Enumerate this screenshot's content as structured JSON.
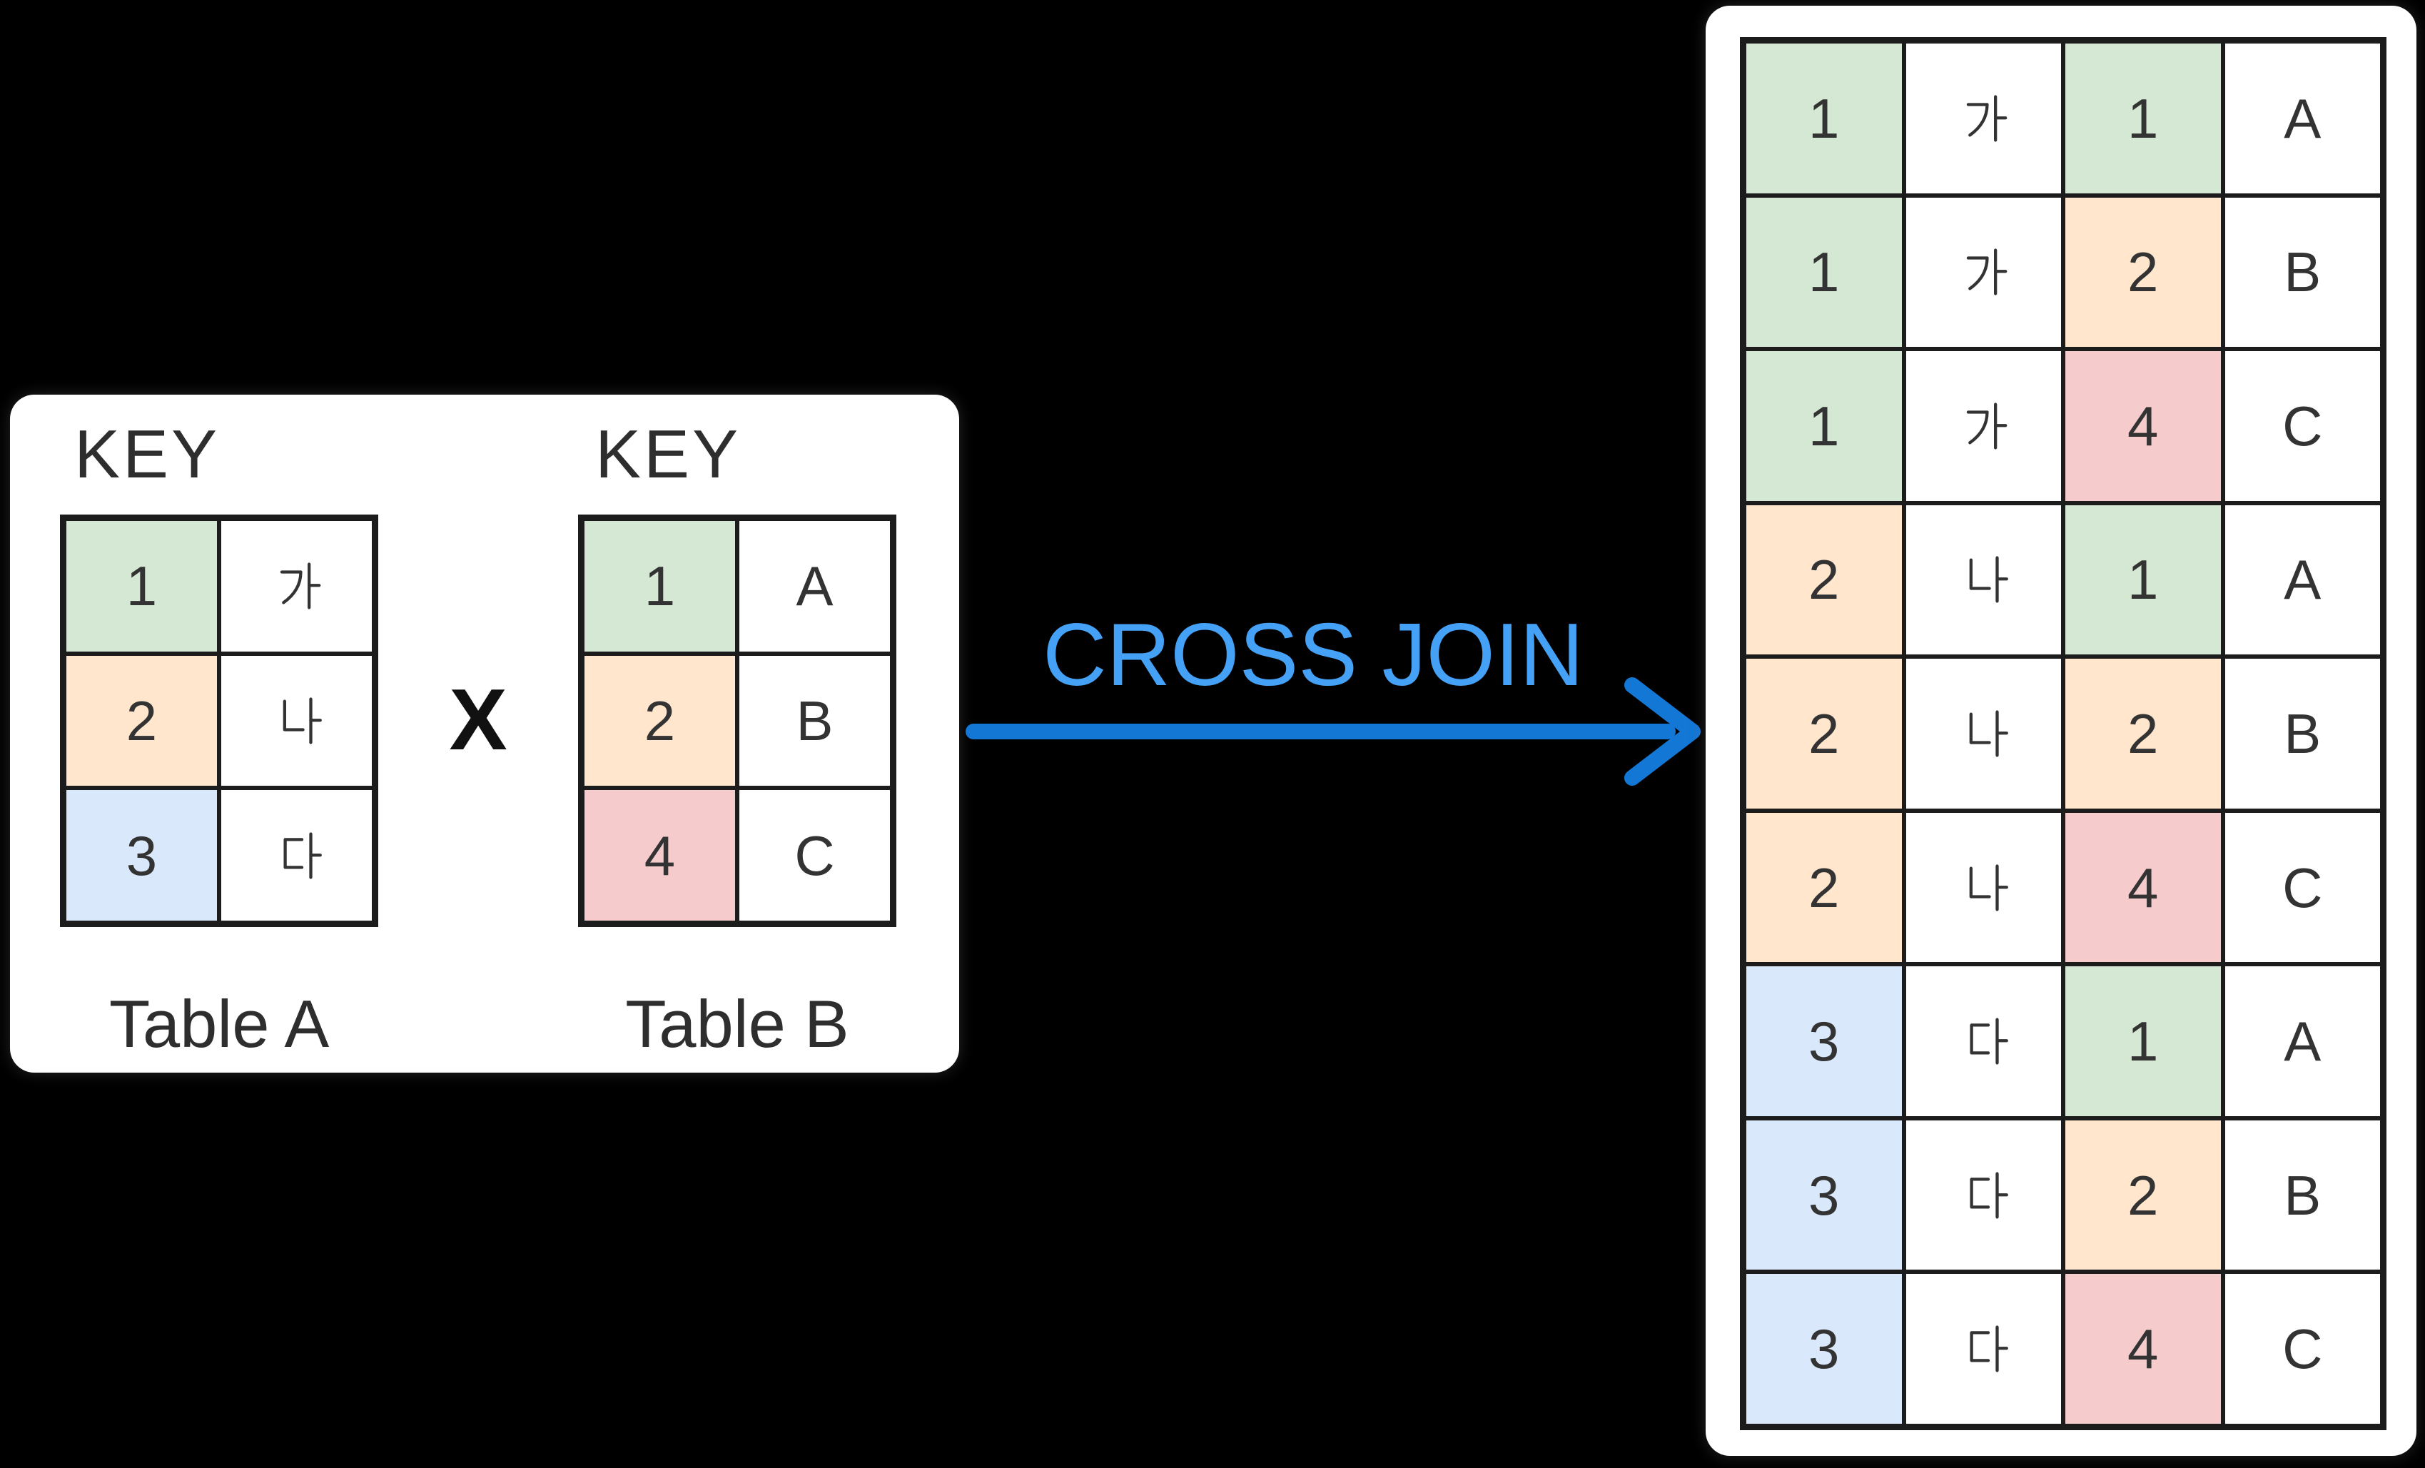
{
  "colors": {
    "page_bg": "#000000",
    "card_bg": "#ffffff",
    "cell_green": "#d5e8d4",
    "cell_orange": "#ffe6cc",
    "cell_blue": "#dae8fc",
    "cell_pink": "#f5cbcb",
    "cell_white": "#ffffff",
    "grid_border": "#1c1c1c",
    "text_dark": "#333333",
    "join_label": "#45a1f5",
    "arrow": "#1377d6"
  },
  "left_card": {
    "key_label_a": "KEY",
    "key_label_b": "KEY",
    "operator": "X",
    "table_a": {
      "caption": "Table A",
      "rows": [
        {
          "key": "1",
          "key_color": "green",
          "value": "가"
        },
        {
          "key": "2",
          "key_color": "orange",
          "value": "나"
        },
        {
          "key": "3",
          "key_color": "blue",
          "value": "다"
        }
      ]
    },
    "table_b": {
      "caption": "Table B",
      "rows": [
        {
          "key": "1",
          "key_color": "green",
          "value": "A"
        },
        {
          "key": "2",
          "key_color": "orange",
          "value": "B"
        },
        {
          "key": "4",
          "key_color": "pink",
          "value": "C"
        }
      ]
    }
  },
  "join": {
    "label": "CROSS JOIN"
  },
  "result_table": {
    "rows": [
      {
        "cells": [
          {
            "text": "1",
            "color": "green"
          },
          {
            "text": "가",
            "color": "white"
          },
          {
            "text": "1",
            "color": "green"
          },
          {
            "text": "A",
            "color": "white"
          }
        ]
      },
      {
        "cells": [
          {
            "text": "1",
            "color": "green"
          },
          {
            "text": "가",
            "color": "white"
          },
          {
            "text": "2",
            "color": "orange"
          },
          {
            "text": "B",
            "color": "white"
          }
        ]
      },
      {
        "cells": [
          {
            "text": "1",
            "color": "green"
          },
          {
            "text": "가",
            "color": "white"
          },
          {
            "text": "4",
            "color": "pink"
          },
          {
            "text": "C",
            "color": "white"
          }
        ]
      },
      {
        "cells": [
          {
            "text": "2",
            "color": "orange"
          },
          {
            "text": "나",
            "color": "white"
          },
          {
            "text": "1",
            "color": "green"
          },
          {
            "text": "A",
            "color": "white"
          }
        ]
      },
      {
        "cells": [
          {
            "text": "2",
            "color": "orange"
          },
          {
            "text": "나",
            "color": "white"
          },
          {
            "text": "2",
            "color": "orange"
          },
          {
            "text": "B",
            "color": "white"
          }
        ]
      },
      {
        "cells": [
          {
            "text": "2",
            "color": "orange"
          },
          {
            "text": "나",
            "color": "white"
          },
          {
            "text": "4",
            "color": "pink"
          },
          {
            "text": "C",
            "color": "white"
          }
        ]
      },
      {
        "cells": [
          {
            "text": "3",
            "color": "blue"
          },
          {
            "text": "다",
            "color": "white"
          },
          {
            "text": "1",
            "color": "green"
          },
          {
            "text": "A",
            "color": "white"
          }
        ]
      },
      {
        "cells": [
          {
            "text": "3",
            "color": "blue"
          },
          {
            "text": "다",
            "color": "white"
          },
          {
            "text": "2",
            "color": "orange"
          },
          {
            "text": "B",
            "color": "white"
          }
        ]
      },
      {
        "cells": [
          {
            "text": "3",
            "color": "blue"
          },
          {
            "text": "다",
            "color": "white"
          },
          {
            "text": "4",
            "color": "pink"
          },
          {
            "text": "C",
            "color": "white"
          }
        ]
      }
    ]
  }
}
